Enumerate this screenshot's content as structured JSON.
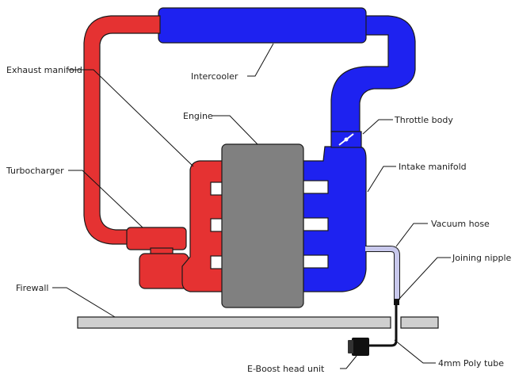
{
  "colors": {
    "exhaust": "#e53232",
    "intake": "#1e22f0",
    "engine": "#808080",
    "firewall": "#cfcfcf",
    "vacuum": "#c8c8ec",
    "poly_tube": "#111111",
    "background": "#ffffff"
  },
  "labels": {
    "exhaust_manifold": "Exhaust manifold",
    "intercooler": "Intercooler",
    "engine": "Engine",
    "throttle_body": "Throttle body",
    "turbocharger": "Turbocharger",
    "intake_manifold": "Intake manifold",
    "vacuum_hose": "Vacuum hose",
    "joining_nipple": "Joining nipple",
    "firewall": "Firewall",
    "poly_tube": "4mm Poly tube",
    "eboost": "E-Boost head unit"
  }
}
